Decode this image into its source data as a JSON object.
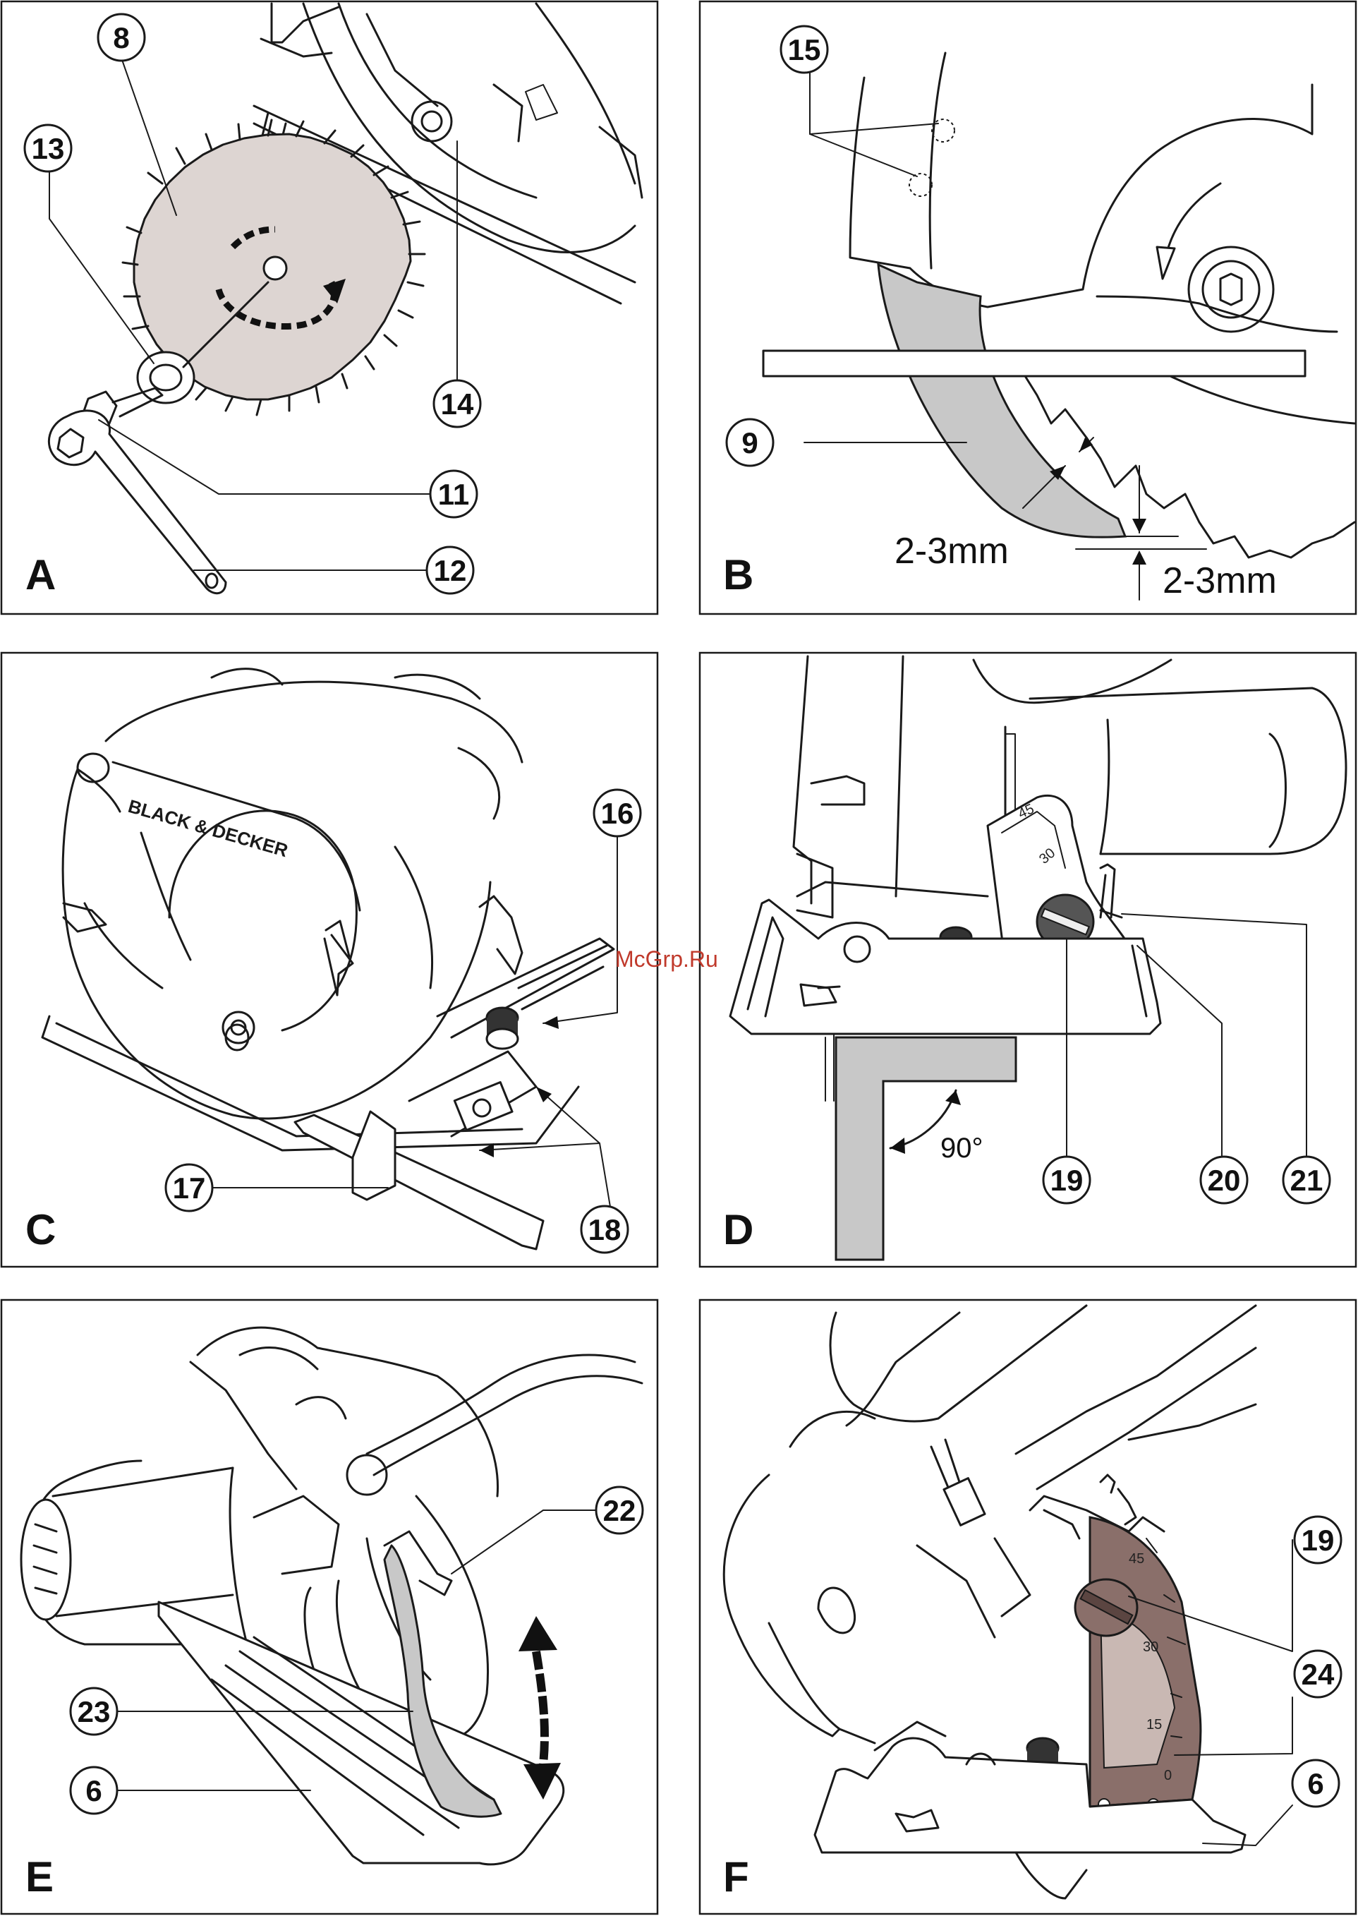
{
  "watermark": "McGrp.Ru",
  "colors": {
    "shade": "#ddd5d2",
    "shade_dark": "#8a6f6a",
    "grey": "#c8c8c8",
    "line": "#1a1a1a",
    "watermark": "#c0392b"
  },
  "panels": {
    "A": {
      "letter": "A",
      "callouts": [
        "8",
        "13",
        "14",
        "11",
        "12"
      ]
    },
    "B": {
      "letter": "B",
      "callouts": [
        "15",
        "9"
      ],
      "dimension_1": "2-3mm",
      "dimension_2": "2-3mm"
    },
    "C": {
      "letter": "C",
      "brand": "BLACK & DECKER",
      "callouts": [
        "16",
        "17",
        "18"
      ]
    },
    "D": {
      "letter": "D",
      "callouts": [
        "19",
        "20",
        "21"
      ],
      "angle": "90°",
      "scale": [
        "45",
        "30"
      ]
    },
    "E": {
      "letter": "E",
      "callouts": [
        "22",
        "23",
        "6"
      ]
    },
    "F": {
      "letter": "F",
      "callouts": [
        "19",
        "24",
        "6"
      ],
      "scale": [
        "45",
        "30",
        "15",
        "0"
      ]
    }
  }
}
